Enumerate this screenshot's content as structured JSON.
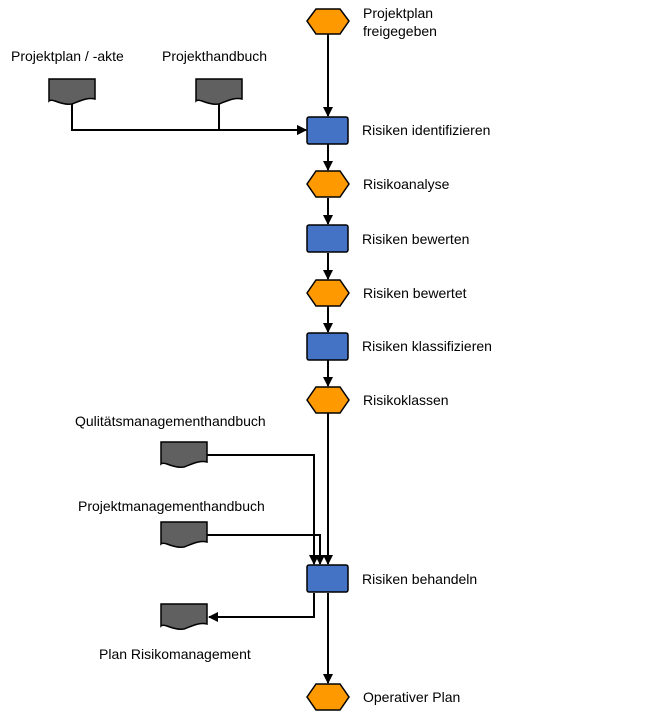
{
  "colors": {
    "event": "#ff9900",
    "function": "#4472c4",
    "document": "#606060",
    "line": "#000000",
    "text": "#000000"
  },
  "events": {
    "projektplan_freigegeben_line1": "Projektplan",
    "projektplan_freigegeben_line2": "freigegeben",
    "risikoanalyse": "Risikoanalyse",
    "risiken_bewertet": "Risiken bewertet",
    "risikoklassen": "Risikoklassen",
    "operativer_plan": "Operativer Plan"
  },
  "functions": {
    "risiken_identifizieren": "Risiken identifizieren",
    "risiken_bewerten": "Risiken bewerten",
    "risiken_klassifizieren": "Risiken klassifizieren",
    "risiken_behandeln": "Risiken behandeln"
  },
  "documents": {
    "projektplan_akte": "Projektplan / -akte",
    "projekthandbuch": "Projekthandbuch",
    "qualitaetsmanagementhandbuch": "Qulitätsmanagementhandbuch",
    "projektmanagementhandbuch": "Projektmanagementhandbuch",
    "plan_risikomanagement": "Plan Risikomanagement"
  }
}
